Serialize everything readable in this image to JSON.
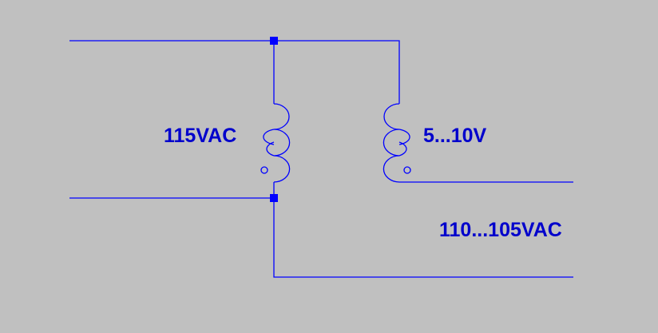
{
  "colors": {
    "background": "#c0c0c0",
    "wire": "#0000ff",
    "junction": "#0000ff",
    "label_text": "#0000cc"
  },
  "labels": {
    "primary_voltage": "115VAC",
    "secondary_voltage": "5...10V",
    "output_voltage": "110...105VAC"
  },
  "components": [
    {
      "type": "inductor",
      "name": "primary-winding",
      "dot": "bottom"
    },
    {
      "type": "inductor",
      "name": "secondary-winding",
      "dot": "bottom"
    }
  ]
}
